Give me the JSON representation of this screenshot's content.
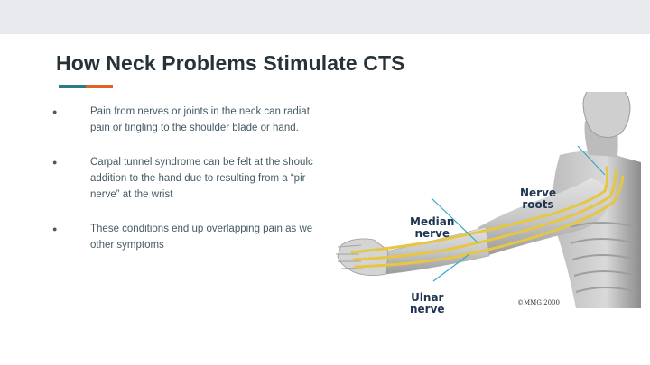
{
  "slide": {
    "title": "How Neck Problems Stimulate CTS",
    "accent_colors": [
      "#2b7a86",
      "#e0622a"
    ],
    "bullets": [
      {
        "lines": [
          "Pain from nerves or joints in the neck can radiat",
          "pain or tingling to the shoulder blade or hand."
        ]
      },
      {
        "lines": [
          "Carpal tunnel syndrome can be felt at the shoulc",
          "addition to the hand due to resulting from a “pir",
          "nerve” at the wrist"
        ]
      },
      {
        "lines": [
          "These conditions end up overlapping pain as we",
          "other symptoms"
        ]
      }
    ]
  },
  "figure": {
    "labels": {
      "nerve_roots": [
        "Nerve",
        "roots"
      ],
      "median": [
        "Median",
        "nerve"
      ],
      "ulnar": [
        "Ulnar",
        "nerve"
      ]
    },
    "copyright": "©MMG 2000",
    "nerve_color": "#e6c642"
  }
}
